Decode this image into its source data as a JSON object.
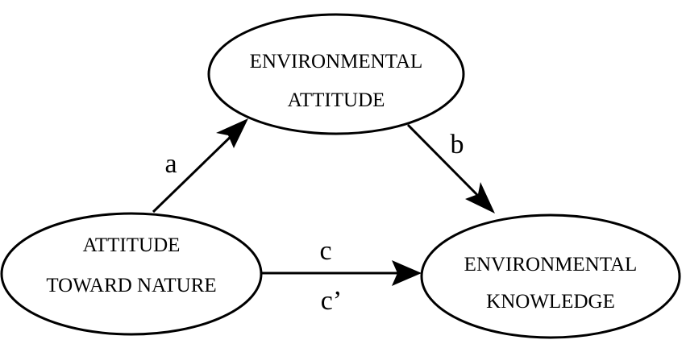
{
  "nodes": {
    "env_attitude": {
      "line1": "ENVIRONMENTAL",
      "line2": "ATTITUDE"
    },
    "attitude_nature": {
      "line1": "ATTITUDE",
      "line2": "TOWARD NATURE"
    },
    "env_knowledge": {
      "line1": "ENVIRONMENTAL",
      "line2": "KNOWLEDGE"
    }
  },
  "edges": {
    "a": {
      "label": "a"
    },
    "b": {
      "label": "b"
    },
    "c": {
      "label": "c",
      "label2": "c’"
    }
  }
}
